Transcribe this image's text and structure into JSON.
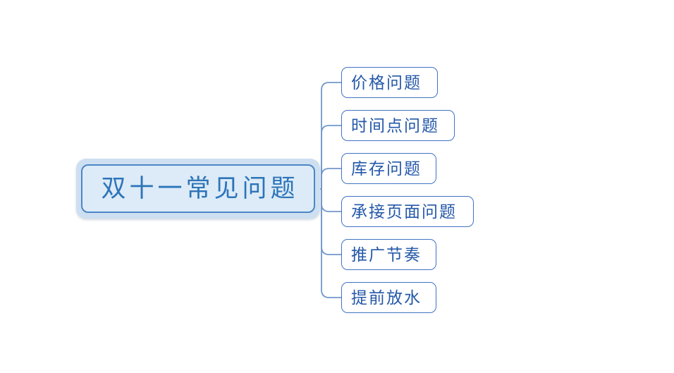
{
  "mindmap": {
    "root": {
      "label": "双十一常见问题"
    },
    "children": [
      {
        "label": "价格问题"
      },
      {
        "label": "时间点问题"
      },
      {
        "label": "库存问题"
      },
      {
        "label": "承接页面问题"
      },
      {
        "label": "推广节奏"
      },
      {
        "label": "提前放水"
      }
    ],
    "colors": {
      "root_fill": "#dcebf7",
      "root_border": "#4d86c6",
      "root_halo": "#cddff0",
      "root_text": "#2d74b9",
      "child_fill": "#ffffff",
      "child_border": "#4173c5",
      "child_text": "#2458a8",
      "connector": "#7098cd",
      "canvas_background": "#ffffff"
    }
  }
}
